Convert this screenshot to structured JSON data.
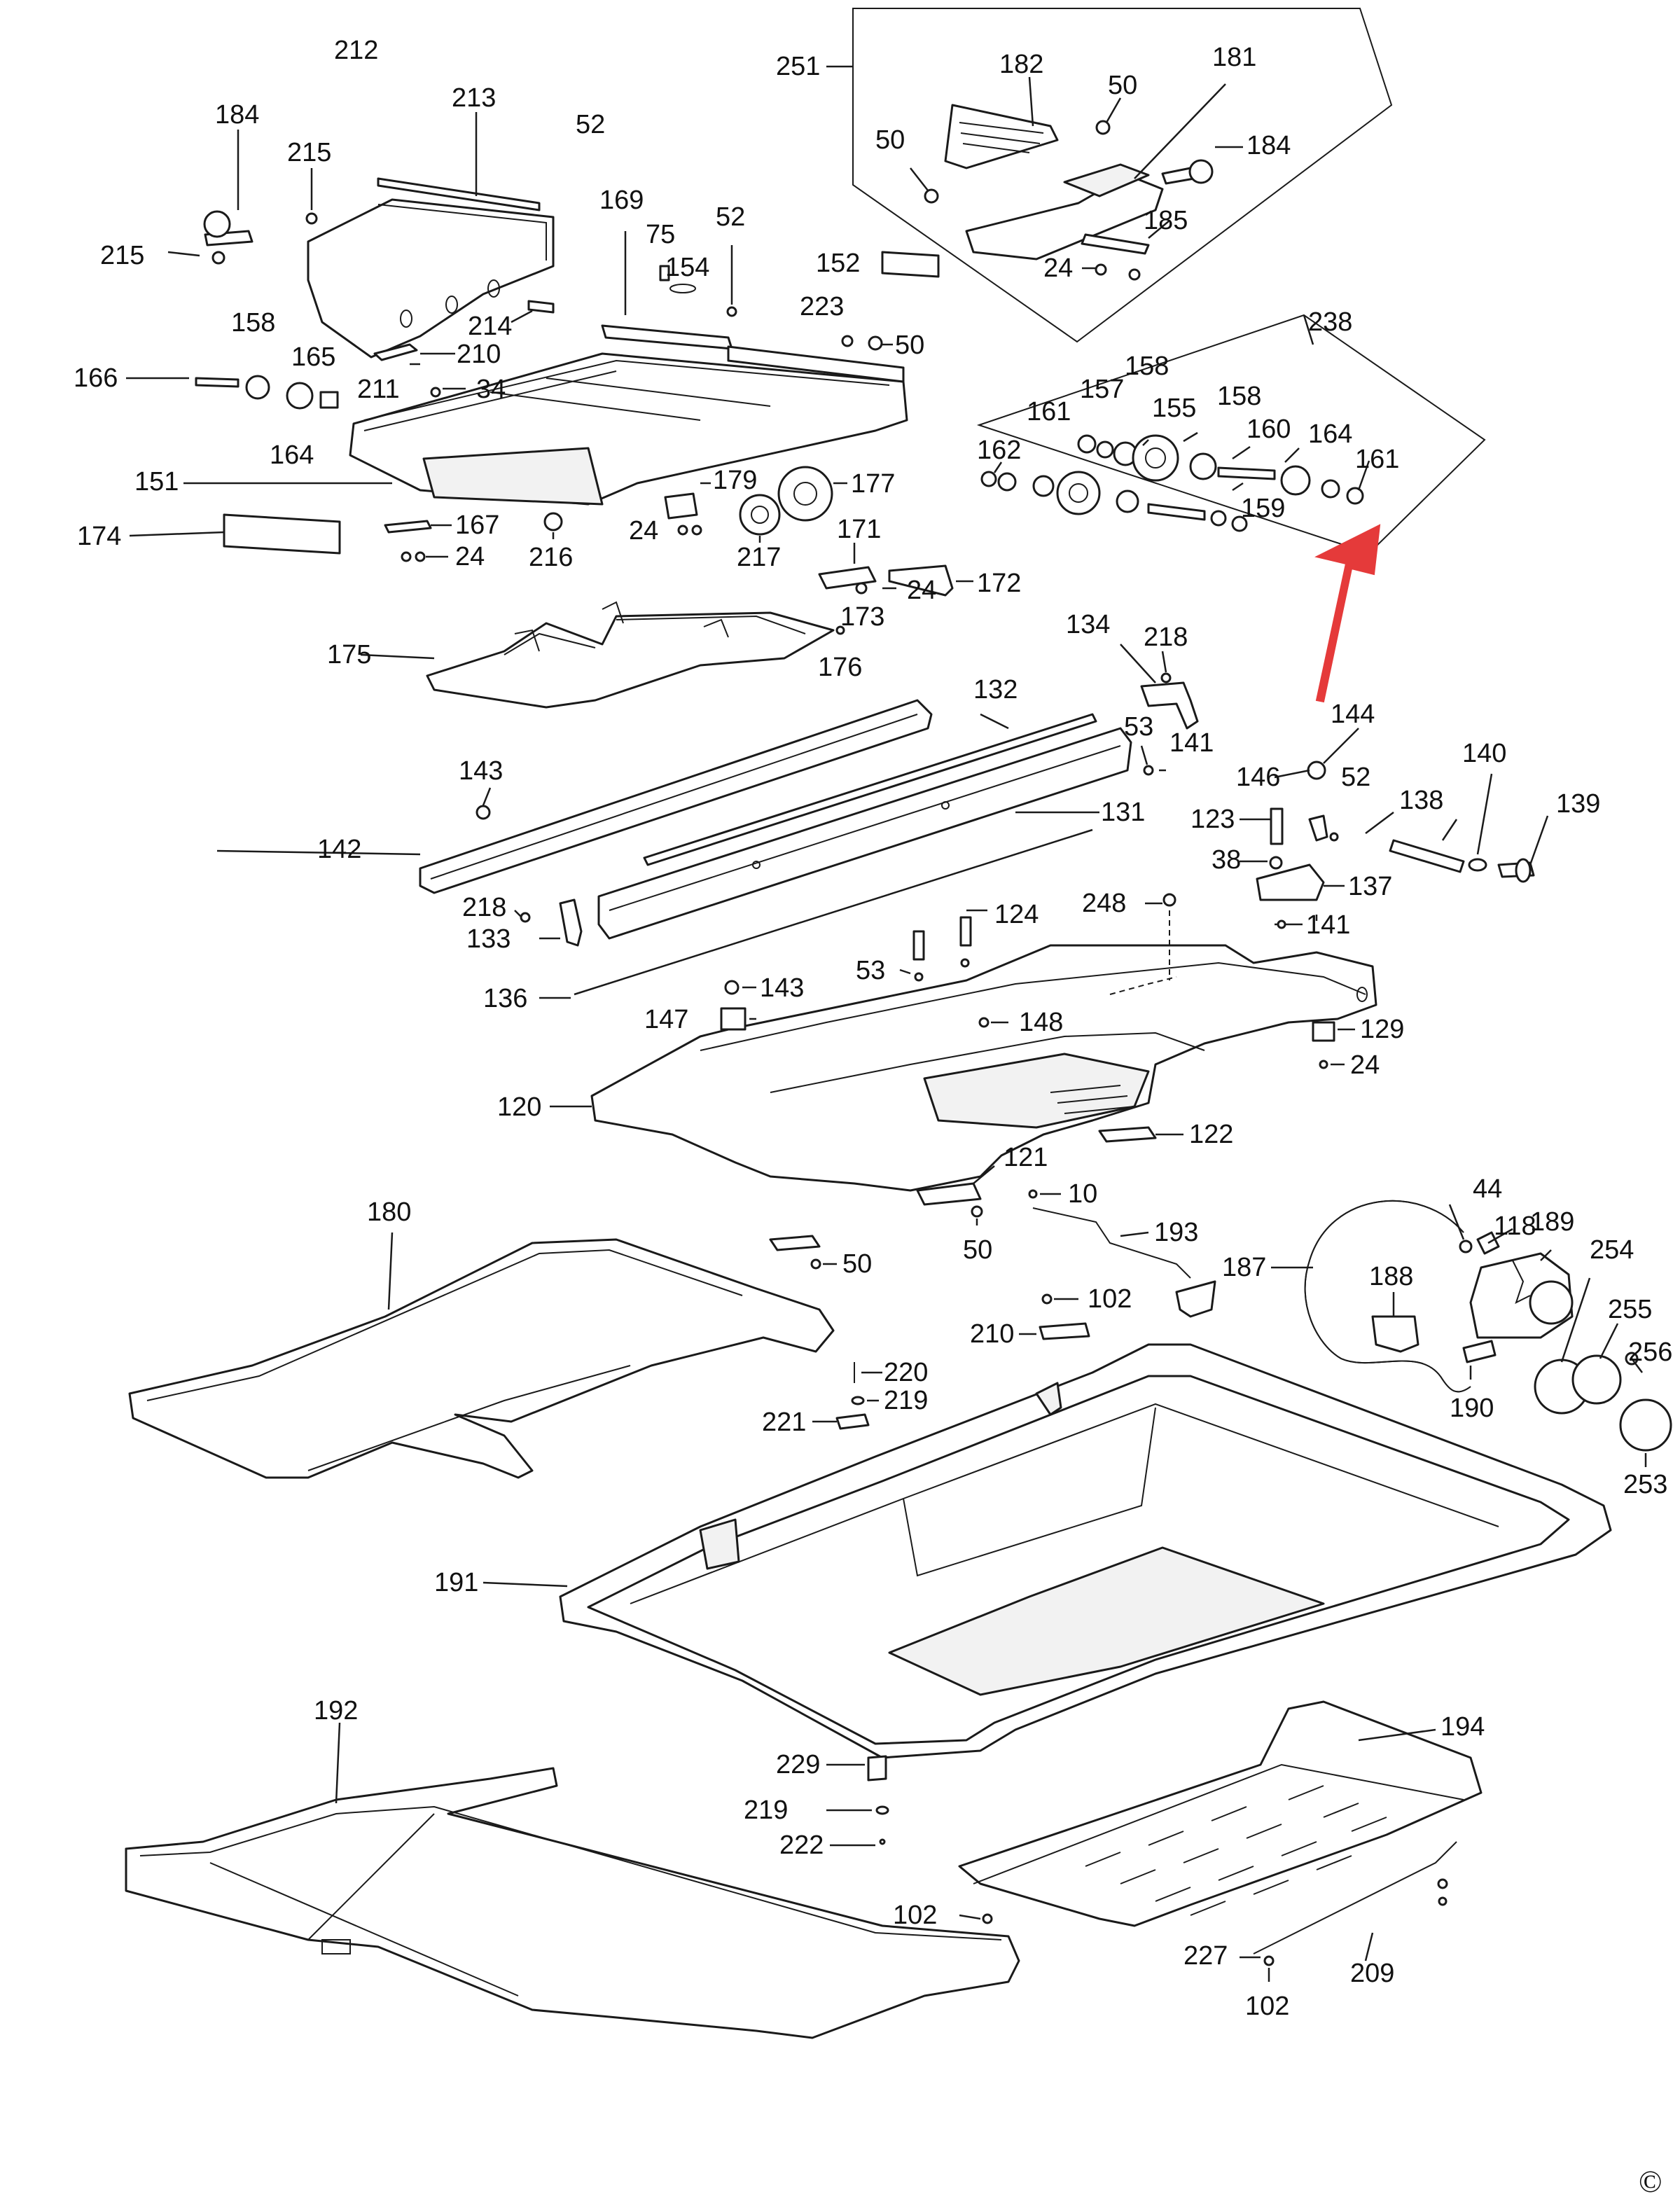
{
  "diagram": {
    "copyright_mark": "©",
    "arrow_color": "#e53a3a",
    "callouts": [
      {
        "id": "c251",
        "text": "251"
      },
      {
        "id": "c182",
        "text": "182"
      },
      {
        "id": "c181",
        "text": "181"
      },
      {
        "id": "c50a",
        "text": "50"
      },
      {
        "id": "c50b",
        "text": "50"
      },
      {
        "id": "c184a",
        "text": "184"
      },
      {
        "id": "c185",
        "text": "185"
      },
      {
        "id": "c24a",
        "text": "24"
      },
      {
        "id": "c212",
        "text": "212"
      },
      {
        "id": "c213",
        "text": "213"
      },
      {
        "id": "c52a",
        "text": "52"
      },
      {
        "id": "c184b",
        "text": "184"
      },
      {
        "id": "c215a",
        "text": "215"
      },
      {
        "id": "c215b",
        "text": "215"
      },
      {
        "id": "c169",
        "text": "169"
      },
      {
        "id": "c75",
        "text": "75"
      },
      {
        "id": "c154",
        "text": "154"
      },
      {
        "id": "c52b",
        "text": "52"
      },
      {
        "id": "c152",
        "text": "152"
      },
      {
        "id": "c223",
        "text": "223"
      },
      {
        "id": "c50c",
        "text": "50"
      },
      {
        "id": "c214",
        "text": "214"
      },
      {
        "id": "c158a",
        "text": "158"
      },
      {
        "id": "c165",
        "text": "165"
      },
      {
        "id": "c210a",
        "text": "210"
      },
      {
        "id": "c211",
        "text": "211"
      },
      {
        "id": "c34",
        "text": "34"
      },
      {
        "id": "c166",
        "text": "166"
      },
      {
        "id": "c164a",
        "text": "164"
      },
      {
        "id": "c151",
        "text": "151"
      },
      {
        "id": "c174",
        "text": "174"
      },
      {
        "id": "c167",
        "text": "167"
      },
      {
        "id": "c24b",
        "text": "24"
      },
      {
        "id": "c216",
        "text": "216"
      },
      {
        "id": "c179",
        "text": "179"
      },
      {
        "id": "c24c",
        "text": "24"
      },
      {
        "id": "c177",
        "text": "177"
      },
      {
        "id": "c217",
        "text": "217"
      },
      {
        "id": "c171",
        "text": "171"
      },
      {
        "id": "c24d",
        "text": "24"
      },
      {
        "id": "c172",
        "text": "172"
      },
      {
        "id": "c173",
        "text": "173"
      },
      {
        "id": "c176",
        "text": "176"
      },
      {
        "id": "c175",
        "text": "175"
      },
      {
        "id": "c238",
        "text": "238"
      },
      {
        "id": "c158b",
        "text": "158"
      },
      {
        "id": "c157",
        "text": "157"
      },
      {
        "id": "c155",
        "text": "155"
      },
      {
        "id": "c158c",
        "text": "158"
      },
      {
        "id": "c161a",
        "text": "161"
      },
      {
        "id": "c160",
        "text": "160"
      },
      {
        "id": "c164b",
        "text": "164"
      },
      {
        "id": "c161b",
        "text": "161"
      },
      {
        "id": "c162",
        "text": "162"
      },
      {
        "id": "c159",
        "text": "159"
      },
      {
        "id": "c134",
        "text": "134"
      },
      {
        "id": "c218a",
        "text": "218"
      },
      {
        "id": "c132",
        "text": "132"
      },
      {
        "id": "c53a",
        "text": "53"
      },
      {
        "id": "c141a",
        "text": "141"
      },
      {
        "id": "c143a",
        "text": "143"
      },
      {
        "id": "c131",
        "text": "131"
      },
      {
        "id": "c142",
        "text": "142"
      },
      {
        "id": "c218b",
        "text": "218"
      },
      {
        "id": "c133",
        "text": "133"
      },
      {
        "id": "c136",
        "text": "136"
      },
      {
        "id": "c144",
        "text": "144"
      },
      {
        "id": "c146",
        "text": "146"
      },
      {
        "id": "c52c",
        "text": "52"
      },
      {
        "id": "c140",
        "text": "140"
      },
      {
        "id": "c123",
        "text": "123"
      },
      {
        "id": "c138",
        "text": "138"
      },
      {
        "id": "c139",
        "text": "139"
      },
      {
        "id": "c38",
        "text": "38"
      },
      {
        "id": "c137",
        "text": "137"
      },
      {
        "id": "c141b",
        "text": "141"
      },
      {
        "id": "c248",
        "text": "248"
      },
      {
        "id": "c124",
        "text": "124"
      },
      {
        "id": "c53b",
        "text": "53"
      },
      {
        "id": "c143b",
        "text": "143"
      },
      {
        "id": "c147",
        "text": "147"
      },
      {
        "id": "c148",
        "text": "148"
      },
      {
        "id": "c129",
        "text": "129"
      },
      {
        "id": "c24e",
        "text": "24"
      },
      {
        "id": "c120",
        "text": "120"
      },
      {
        "id": "c122",
        "text": "122"
      },
      {
        "id": "c121",
        "text": "121"
      },
      {
        "id": "c10",
        "text": "10"
      },
      {
        "id": "c193",
        "text": "193"
      },
      {
        "id": "c50d",
        "text": "50"
      },
      {
        "id": "c180",
        "text": "180"
      },
      {
        "id": "c50e",
        "text": "50"
      },
      {
        "id": "c102a",
        "text": "102"
      },
      {
        "id": "c210b",
        "text": "210"
      },
      {
        "id": "c220",
        "text": "220"
      },
      {
        "id": "c219a",
        "text": "219"
      },
      {
        "id": "c221",
        "text": "221"
      },
      {
        "id": "c44",
        "text": "44"
      },
      {
        "id": "c118",
        "text": "118"
      },
      {
        "id": "c189",
        "text": "189"
      },
      {
        "id": "c187",
        "text": "187"
      },
      {
        "id": "c188",
        "text": "188"
      },
      {
        "id": "c254",
        "text": "254"
      },
      {
        "id": "c255",
        "text": "255"
      },
      {
        "id": "c256",
        "text": "256"
      },
      {
        "id": "c190",
        "text": "190"
      },
      {
        "id": "c253",
        "text": "253"
      },
      {
        "id": "c191",
        "text": "191"
      },
      {
        "id": "c192",
        "text": "192"
      },
      {
        "id": "c229",
        "text": "229"
      },
      {
        "id": "c219b",
        "text": "219"
      },
      {
        "id": "c222",
        "text": "222"
      },
      {
        "id": "c194",
        "text": "194"
      },
      {
        "id": "c102b",
        "text": "102"
      },
      {
        "id": "c227",
        "text": "227"
      },
      {
        "id": "c102c",
        "text": "102"
      },
      {
        "id": "c209",
        "text": "209"
      }
    ]
  }
}
